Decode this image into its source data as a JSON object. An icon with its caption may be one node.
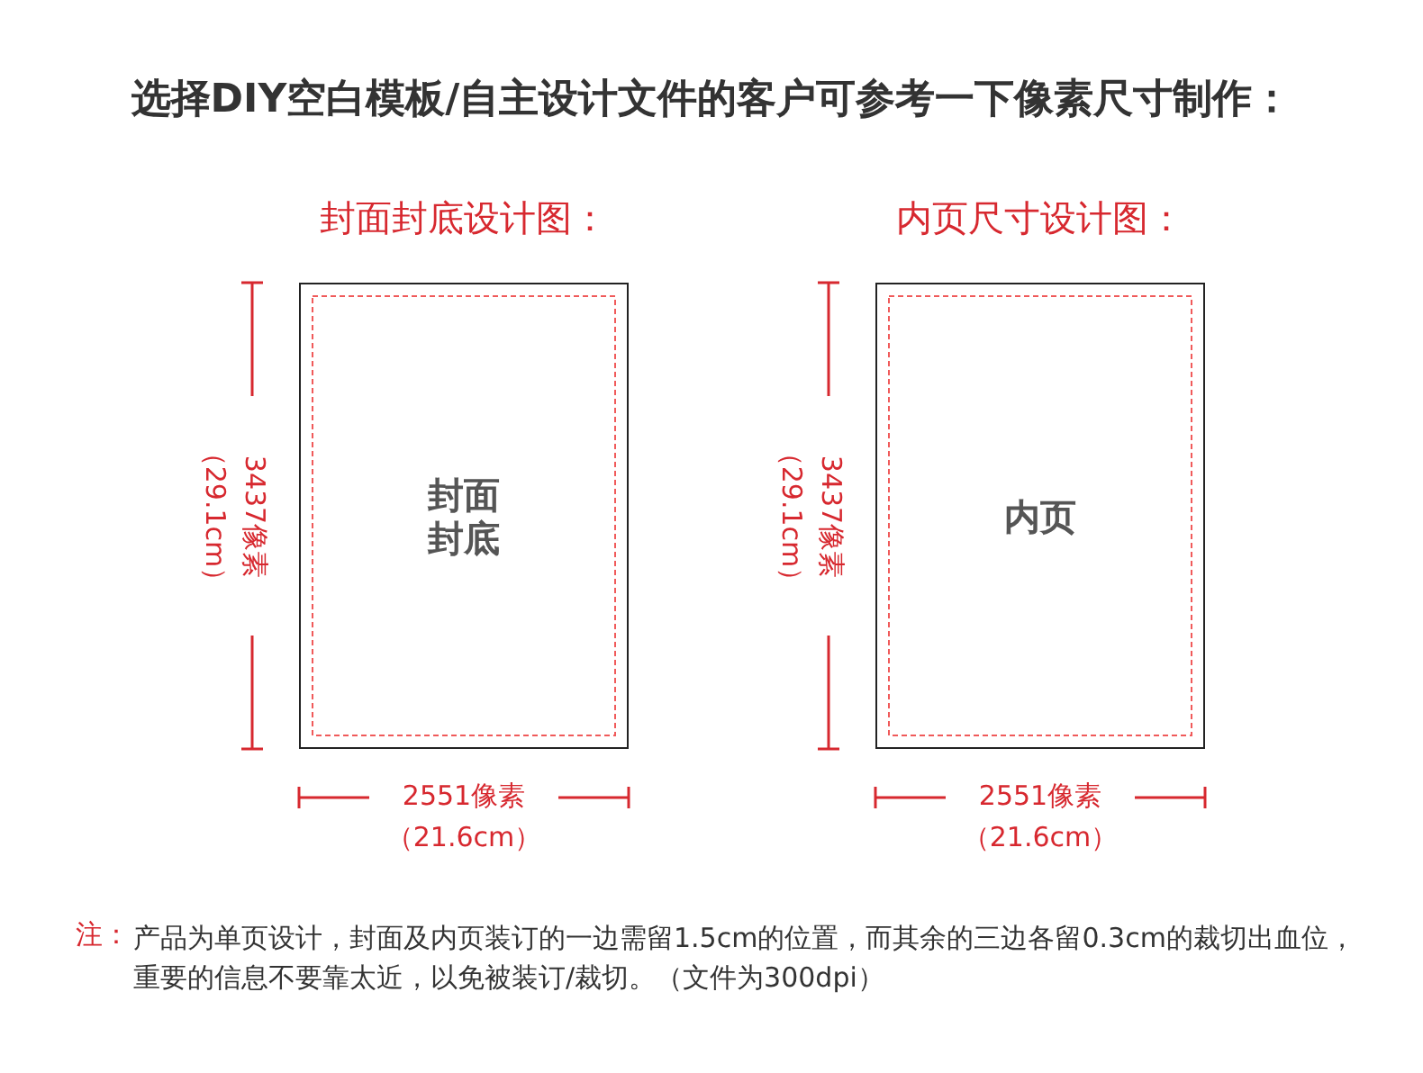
{
  "diagram": {
    "title": "选择DIY空白模板/自主设计文件的客户可参考一下像素尺寸制作：",
    "nodes": [
      {
        "text": [
          "封面封底"
        ]
      },
      {
        "text": [
          "内页"
        ]
      }
    ],
    "edges": [],
    "labels": [
      "封面封底设计图：",
      "内页尺寸设计图：",
      "3437像素",
      "（29.1cm）",
      "3437像素",
      "（29.1cm）",
      "2551像素",
      "（21.6cm）",
      "2551像素",
      "（21.6cm）",
      "注：",
      "产品为单页设计，封面及内页装订的一边需留1.5cm的位置，而其余的三边各留0.3cm的裁切出血位，重要的信息不要靠太近，以免被装订/裁切。（文件为300dpi）"
    ]
  }
}
